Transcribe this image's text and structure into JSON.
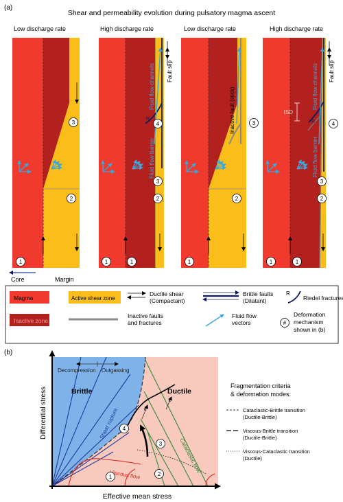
{
  "panel_a": {
    "label": "(a)",
    "title": "Shear and permeability evolution during pulsatory magma ascent",
    "column_titles": [
      "Low discharge rate",
      "High discharge rate",
      "Low discharge rate",
      "High discharge rate"
    ],
    "core_label": "Core",
    "margin_label": "Margin",
    "fluid_flow_channels": "Fluid flow channels",
    "fluid_flow_barrier": "Fluid flow barrier",
    "fault_slip": "Fault slip",
    "inactive_fault": "Inactive fault (stick)",
    "isd": "ISD",
    "r_label": "R",
    "circled_numbers": [
      "1",
      "2",
      "3",
      "4"
    ],
    "legend": {
      "magma": "Magma",
      "inactive_zone": "Inactive zone",
      "active_shear_zone": "Active shear zone",
      "ductile_shear_1": "Ductile shear",
      "ductile_shear_2": "(Compactant)",
      "inactive_faults_1": "Inactive faults",
      "inactive_faults_2": "and fractures",
      "brittle_faults_1": "Brittle faults",
      "brittle_faults_2": "(Dilatant)",
      "fluid_flow_1": "Fluid flow",
      "fluid_flow_2": "vectors",
      "riedel": "Riedel fractures",
      "riedel_symbol": "R",
      "mech_symbol": "#",
      "mech_1": "Deformation",
      "mech_2": "mechanism",
      "mech_3": "shown in (b)"
    },
    "colors": {
      "magma": "#f03a2e",
      "inactive": "#b5211f",
      "active_shear": "#fbbd1a",
      "fluid_vector": "#3aa6dc",
      "brittle_fault": "#111a5c"
    }
  },
  "panel_b": {
    "label": "(b)",
    "y_axis": "Differential stress",
    "x_axis": "Effective mean stress",
    "decompression": "Decompression",
    "outgassing": "Outgassing",
    "brittle": "Brittle",
    "ductile": "Ductile",
    "shear_rupture": "Shear rupture",
    "cataclastic_flow": "Cataclastic flow",
    "viscous_flow": "Viscous flow",
    "epsilon": "ε'",
    "points": [
      "1",
      "2",
      "3",
      "4"
    ],
    "legend_title_1": "Fragmentation criteria",
    "legend_title_2": "& deformation modes:",
    "legend_items": [
      {
        "line1": "Cataclastic-Brittle transition",
        "line2": "(Ductile-Brittle)"
      },
      {
        "line1": "Viscous-Brittle transition",
        "line2": "(Ductile-Brittle)"
      },
      {
        "line1": "Viscous-Cataclastic transition",
        "line2": "(Ductile)"
      }
    ],
    "colors": {
      "brittle_field": "#7fb2e8",
      "ductile_field": "#f8c9bd",
      "blue_lines": "#1d3a9e",
      "green_lines": "#2f8a3a",
      "viscous_red": "#d8281c"
    }
  }
}
